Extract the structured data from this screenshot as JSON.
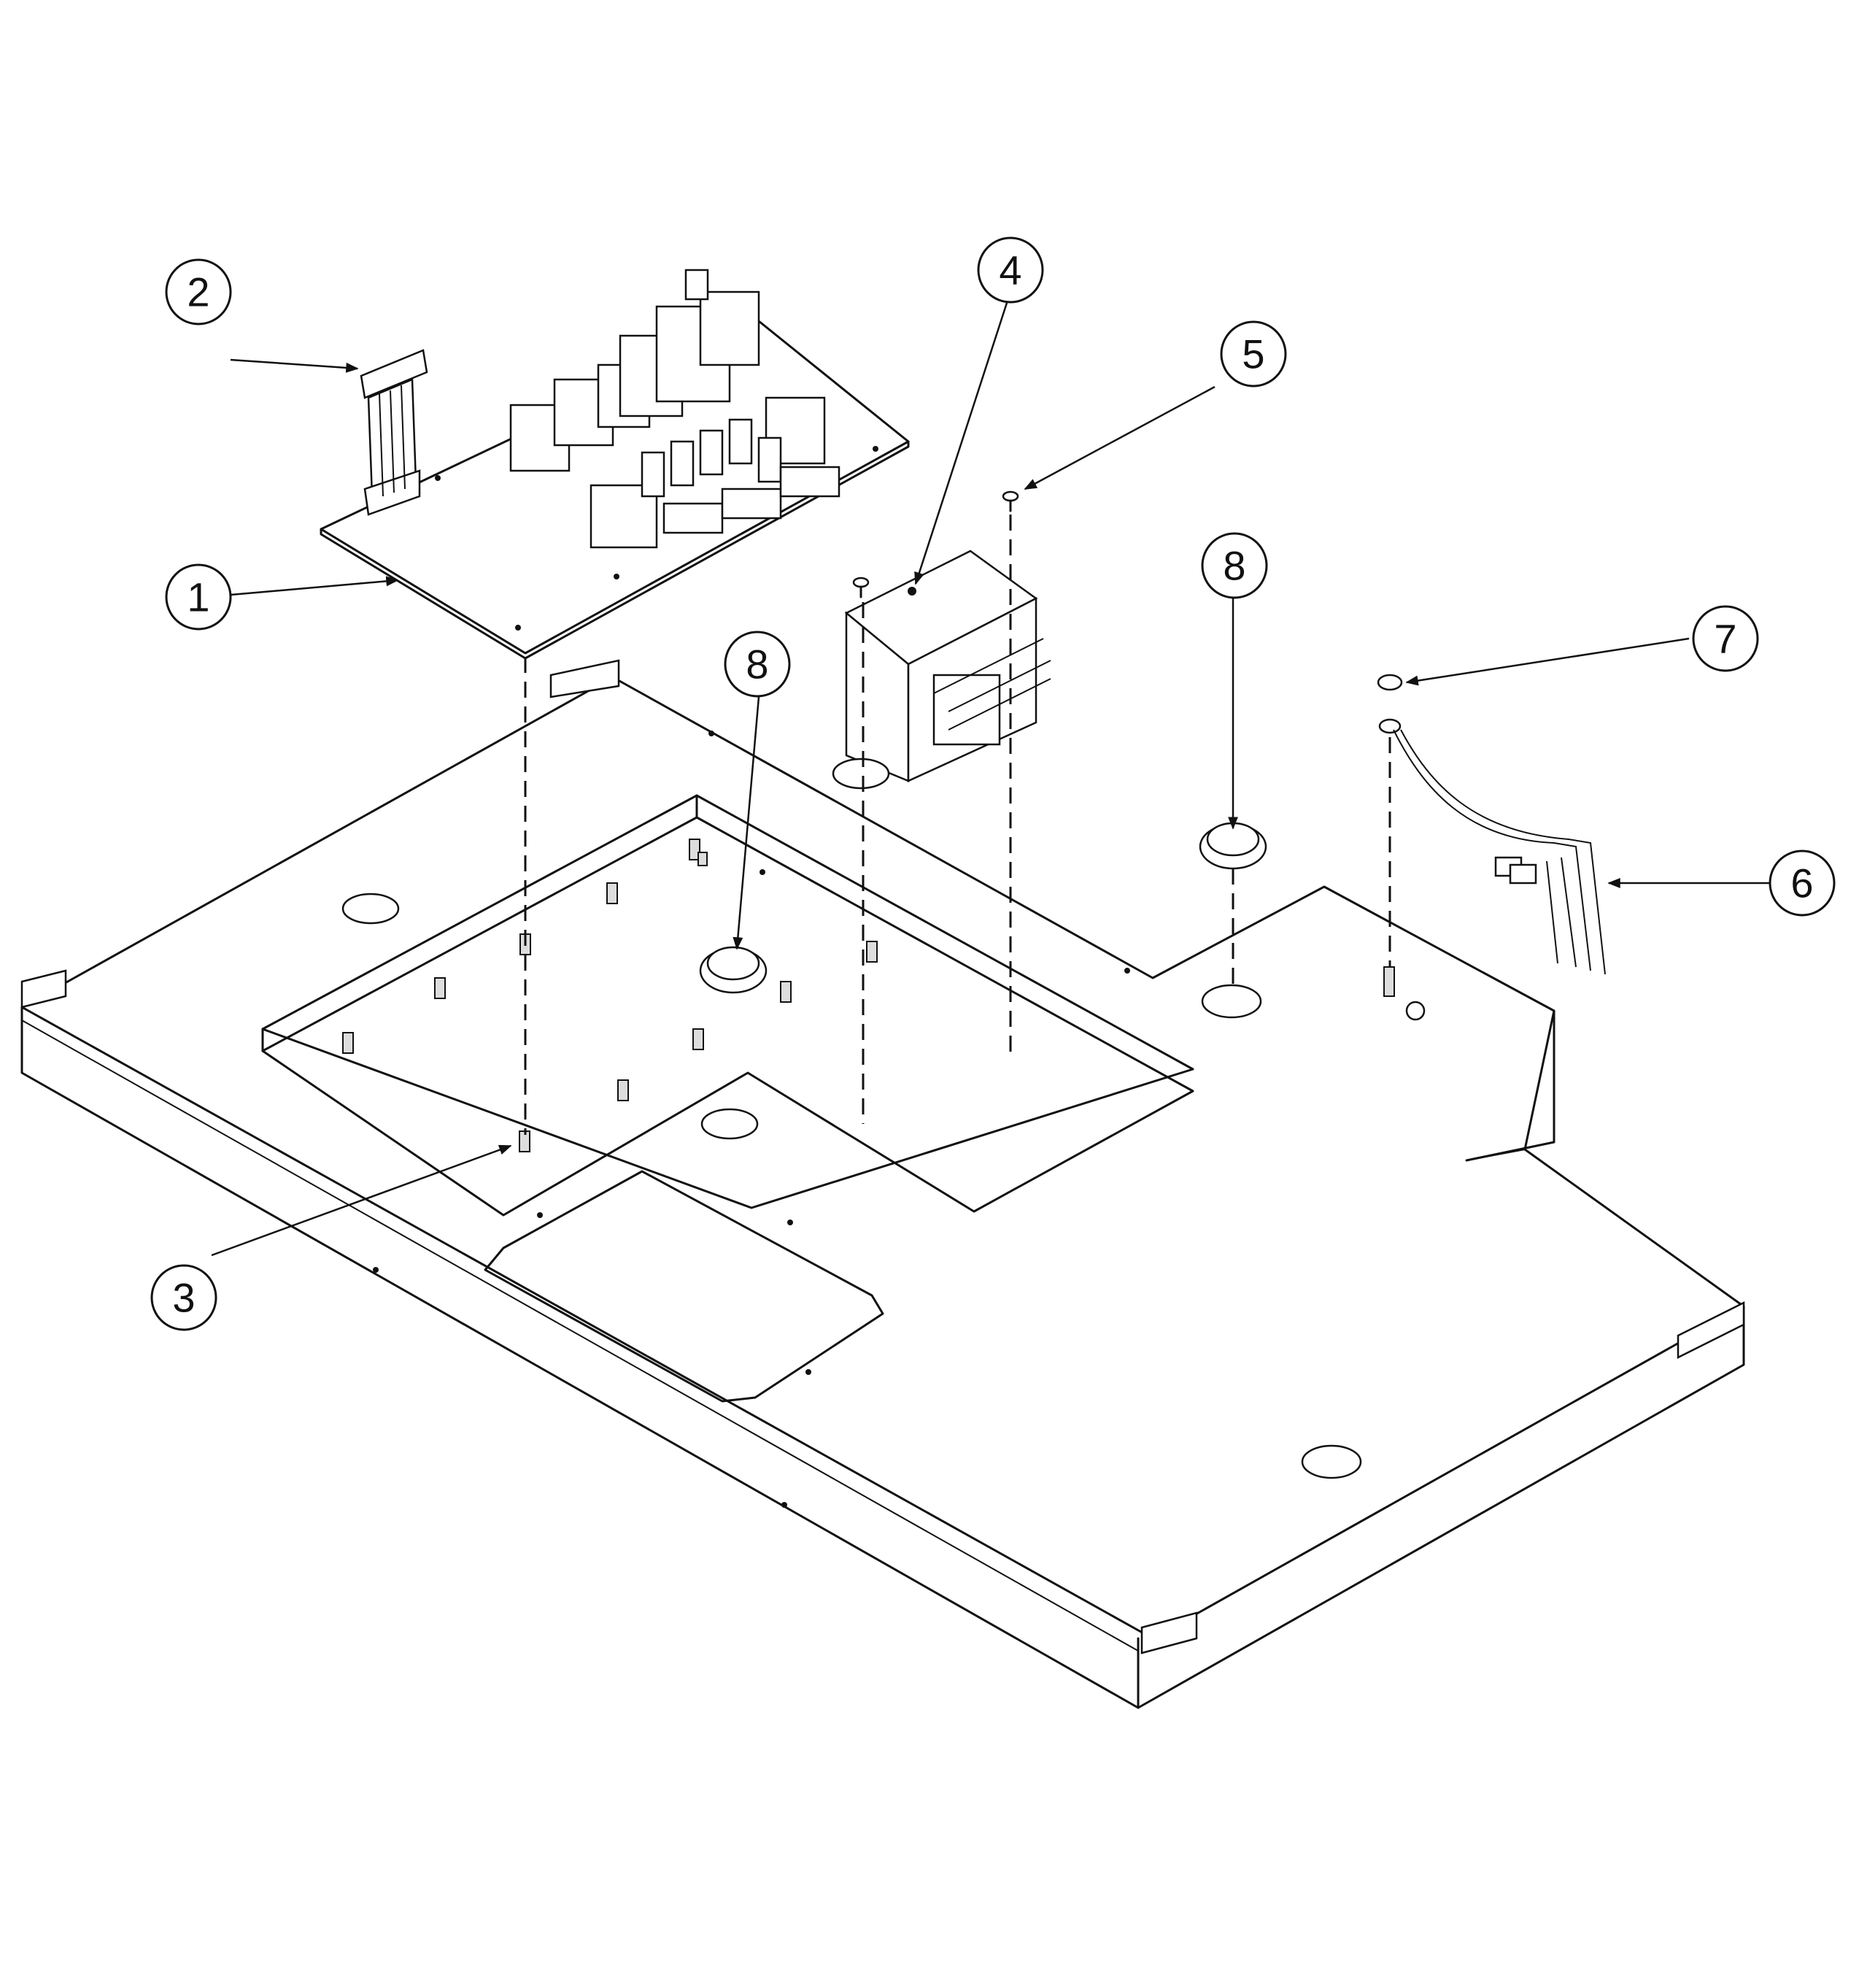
{
  "callouts": [
    {
      "label": "1",
      "part": "control-board"
    },
    {
      "label": "2",
      "part": "ribbon-cable"
    },
    {
      "label": "3",
      "part": "standoff"
    },
    {
      "label": "4",
      "part": "transformer"
    },
    {
      "label": "5",
      "part": "screw"
    },
    {
      "label": "6",
      "part": "wire-harness"
    },
    {
      "label": "7",
      "part": "nut"
    },
    {
      "label": "8",
      "part": "grommet"
    },
    {
      "label": "8",
      "part": "grommet"
    }
  ]
}
